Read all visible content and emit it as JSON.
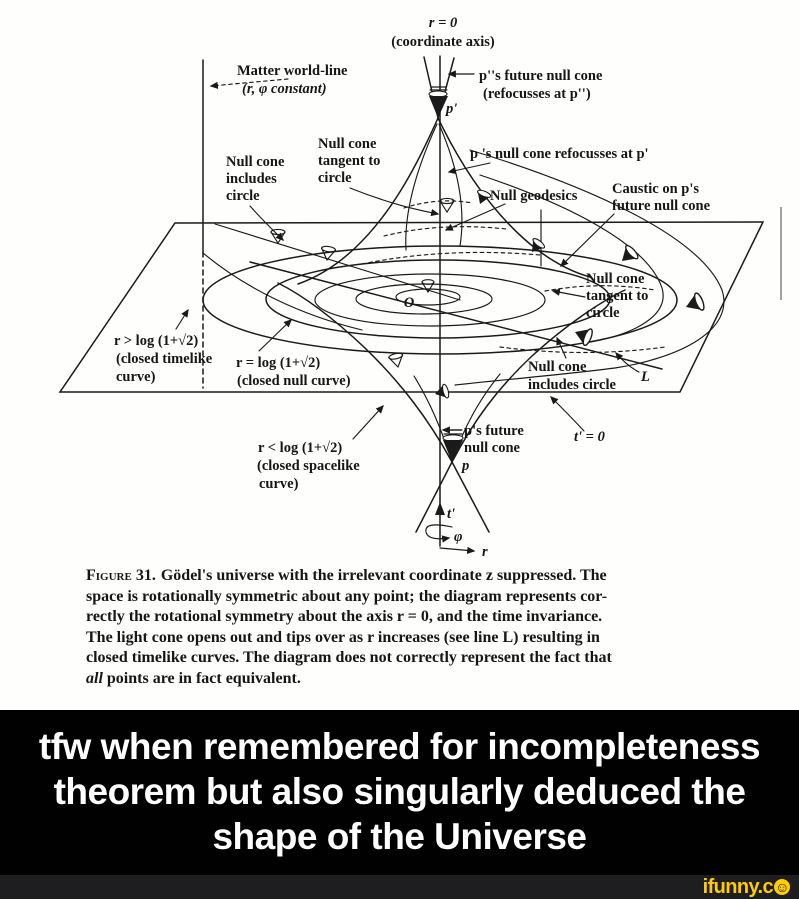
{
  "colors": {
    "ink": "#1a1a1a",
    "paper": "#ffffff",
    "meme_bg": "#010101",
    "bar_bg": "#1e1e20",
    "watermark_yellow": "#ffcc00"
  },
  "diagram": {
    "coordinate_axis": [
      "r = 0",
      "(coordinate axis)"
    ],
    "matter_world_line": [
      "Matter world-line",
      "(r, φ constant)"
    ],
    "p2_future": [
      "p''s future null cone",
      "(refocusses at p'')"
    ],
    "p_prime": "p'",
    "null_cone_tangent_left": [
      "Null cone",
      "tangent to",
      "circle"
    ],
    "null_cone_includes_left": [
      "Null cone",
      "includes",
      "circle"
    ],
    "p_null_cone_refocus": "p 's null cone refocusses at p'",
    "null_geodesics": "Null geodesics",
    "caustic": [
      "Caustic on p's",
      "future null cone"
    ],
    "null_cone_tangent_right": [
      "Null cone",
      "tangent to",
      "circle"
    ],
    "null_cone_includes_right": [
      "Null cone",
      "includes circle"
    ],
    "line_L": "L",
    "origin": "O",
    "r_gt": [
      "r > log (1+√2)",
      "(closed timelike",
      "curve)"
    ],
    "r_eq": [
      "r = log (1+√2)",
      "(closed null curve)"
    ],
    "r_lt": [
      "r < log (1+√2)",
      "(closed spacelike",
      "curve)"
    ],
    "p_future": [
      "p's future",
      "null cone"
    ],
    "t_zero": "t' = 0",
    "p": "p",
    "axes": {
      "t": "t'",
      "phi": "φ",
      "r": "r"
    }
  },
  "caption": {
    "label": "Figure 31.",
    "lines": [
      "Gödel's universe with the irrelevant coordinate z suppressed. The",
      "space is rotationally symmetric about any point; the diagram represents cor-",
      "rectly the rotational symmetry about the axis r = 0, and the time invariance.",
      "The light cone opens out and tips over as r increases (see line L) resulting in",
      "closed timelike curves. The diagram does not correctly represent the fact that"
    ],
    "last_line_italic": "all",
    "last_line_rest": " points are in fact equivalent."
  },
  "meme": {
    "lines": [
      "tfw when remembered for incompleteness",
      "theorem but also singularly deduced the",
      "shape of the Universe"
    ]
  },
  "watermark": {
    "brand": "ifunny.c",
    "smiley": "☺"
  }
}
